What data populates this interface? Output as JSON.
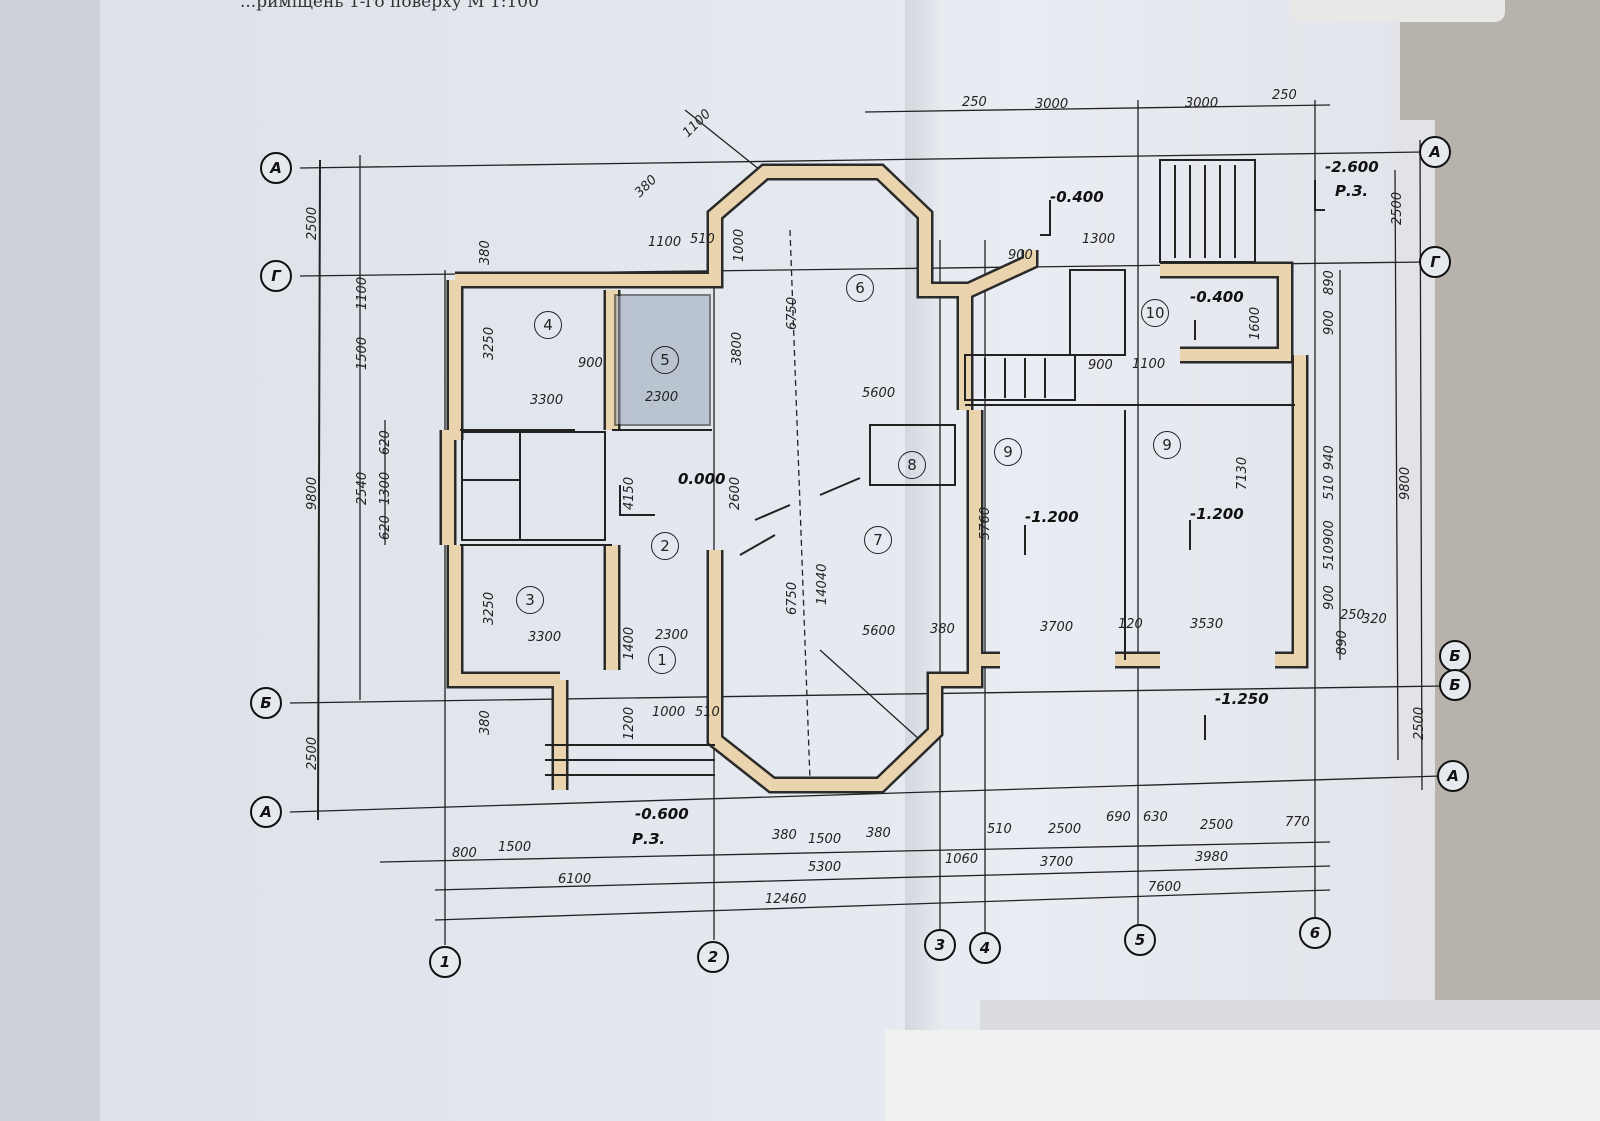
{
  "title_fragment": "...риміщень 1-го поверху М 1:100",
  "rooms": [
    "1",
    "2",
    "3",
    "4",
    "5",
    "6",
    "7",
    "8",
    "9",
    "9",
    "10"
  ],
  "levels": [
    "0.000",
    "-0.400",
    "-2.600",
    "Р.З.",
    "-0.400",
    "-1.200",
    "-1.200",
    "-1.250",
    "-0.600",
    "Р.З."
  ],
  "axes": {
    "rows": [
      "А",
      "Г",
      "Б",
      "А",
      "А",
      "Г",
      "Б",
      "Б",
      "А"
    ],
    "columns": [
      "1",
      "2",
      "3",
      "4",
      "5",
      "6"
    ]
  },
  "dimensions": [
    "250",
    "3000",
    "3000",
    "250",
    "2500",
    "9800",
    "2500",
    "1100",
    "1500",
    "2540",
    "620",
    "1300",
    "620",
    "380",
    "3250",
    "3300",
    "900",
    "2300",
    "3250",
    "3300",
    "4150",
    "2600",
    "2300",
    "1400",
    "1200",
    "1000",
    "510",
    "1100",
    "510",
    "1000",
    "3800",
    "6750",
    "5600",
    "6750",
    "14040",
    "5600",
    "380",
    "5760",
    "3700",
    "120",
    "3530",
    "7130",
    "1300",
    "900",
    "900",
    "1100",
    "1600",
    "890",
    "900",
    "940",
    "510",
    "900",
    "510",
    "900",
    "250",
    "890",
    "9800",
    "2500",
    "2500",
    "320",
    "800",
    "1500",
    "6100",
    "380",
    "1500",
    "380",
    "5300",
    "1060",
    "3700",
    "3980",
    "12460",
    "7600",
    "510",
    "2500",
    "690",
    "630",
    "2500",
    "770",
    "380",
    "1100",
    "380"
  ],
  "colors": {
    "wall_fill": "#e9d4ae",
    "wall_outline": "#2a2a2a",
    "paper": "#e2e6ec"
  }
}
